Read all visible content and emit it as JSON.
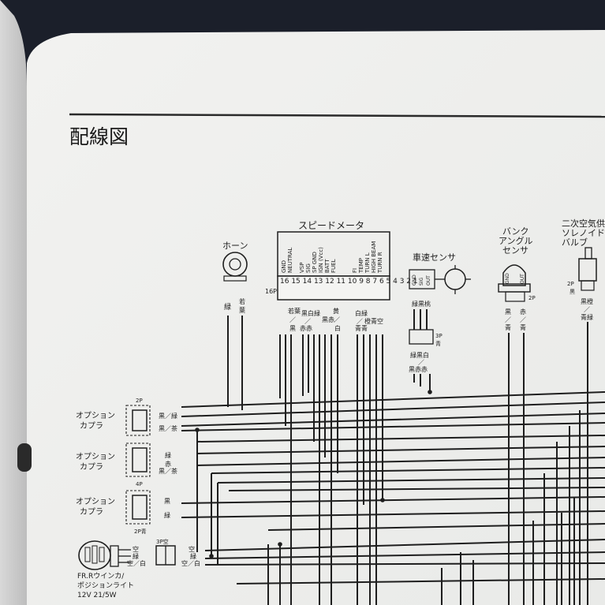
{
  "title": "配線図",
  "components": {
    "speedometer": {
      "label": "スピードメータ",
      "connector": "16P",
      "pins": [
        "GND",
        "NEUTRAL",
        "VSP",
        "SIG",
        "SP GND",
        "IGN (Vcc)",
        "BATT",
        "FUEL",
        "FI",
        "TEMP",
        "TURN L",
        "HIGH BEAM",
        "TURN R"
      ],
      "pin_numbers": "16 15 14 13 12 11 10 9 8 7 6 5 4 3 2 1",
      "wires_a": [
        "若葉",
        "／",
        "黒"
      ],
      "wires_b": [
        "黒白",
        "／",
        "赤赤"
      ],
      "wires_c": [
        "緑",
        "／",
        "黒"
      ],
      "wires_d": [
        "黒赤",
        "／",
        "黒"
      ],
      "wires_e": [
        "黄",
        "／",
        "白"
      ],
      "wires_f": [
        "白緑",
        "／",
        "青青"
      ],
      "wires_g": [
        "橙青空",
        "／",
        ""
      ]
    },
    "horn": {
      "label": "ホーン",
      "wire_left": "緑",
      "wire_right": [
        "若",
        "葉"
      ]
    },
    "speed_sensor": {
      "label": "車速センサ",
      "pins": [
        "GND",
        "SIG",
        "OUT"
      ],
      "wire_top": "緑黒桃",
      "connector": "3P",
      "connector_color": "青",
      "wire_bottom": [
        "緑黒白",
        "／",
        "黒赤赤"
      ]
    },
    "bank_angle_sensor": {
      "label": [
        "バンク",
        "アングル",
        "センサ"
      ],
      "pins": [
        "GND",
        "OUT"
      ],
      "connector": "2P",
      "wire_left": [
        "黒",
        "／",
        "青"
      ],
      "wire_right": [
        "赤",
        "／",
        "青"
      ]
    },
    "secondary_air_valve": {
      "label": [
        "二次空気供",
        "ソレノイド",
        "バルブ"
      ],
      "connector": "2P",
      "connector_color": "黒",
      "wire": [
        "黒橙",
        "／",
        "青緑"
      ]
    },
    "option_coupler_1": {
      "label": [
        "オプション",
        "カプラ"
      ],
      "connector": "2P",
      "wires": [
        "黒／緑",
        "黒／茶"
      ]
    },
    "option_coupler_2": {
      "label": [
        "オプション",
        "カプラ"
      ],
      "connector": "4P",
      "wires": [
        "緑",
        "赤",
        "黒／茶"
      ]
    },
    "option_coupler_3": {
      "label": [
        "オプション",
        "カプラ"
      ],
      "connector": "2P青",
      "wires": [
        "黒",
        "緑"
      ]
    },
    "fr_winker": {
      "label": [
        "FR.Rウインカ/",
        "ポジションライト",
        "12V 21/5W"
      ],
      "wires_left": [
        "空",
        "緑",
        "空／白"
      ],
      "connector": "3P空",
      "wires_right": [
        "空",
        "緑",
        "空／白"
      ]
    }
  }
}
